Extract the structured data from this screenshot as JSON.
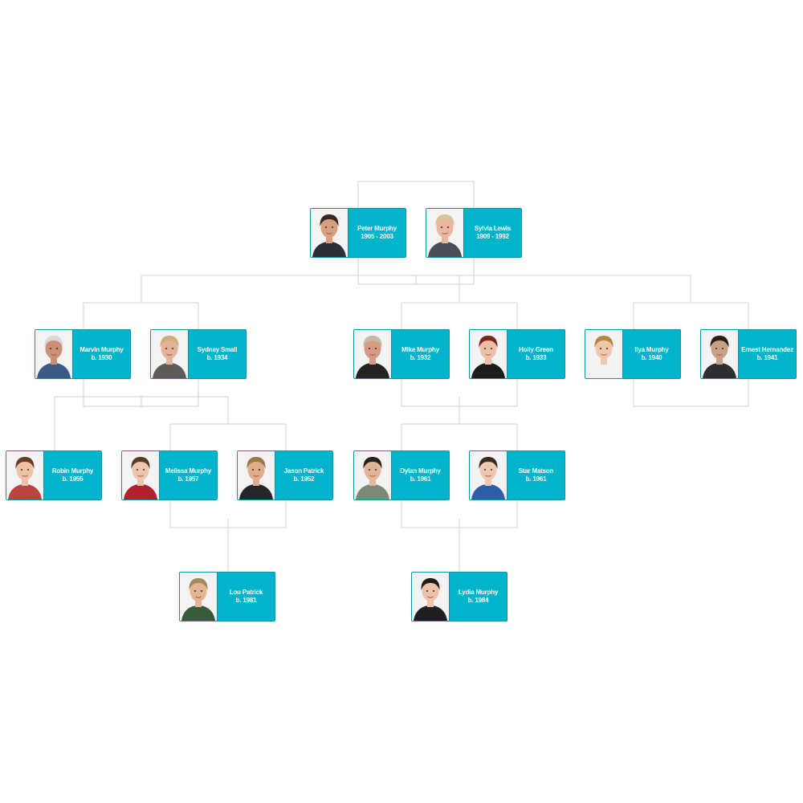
{
  "people": [
    {
      "id": "peter",
      "name": "Peter Murphy",
      "dates": "1905 - 2003",
      "hair": "#3a2a22",
      "skin": "#d7a07c",
      "shirt": "#2b3038"
    },
    {
      "id": "sylvia",
      "name": "Sylvia Lewis",
      "dates": "1909 - 1992",
      "hair": "#d8c496",
      "skin": "#e9b79f",
      "shirt": "#4a4e58"
    },
    {
      "id": "marvin",
      "name": "Marvin Murphy",
      "dates": "b. 1930",
      "hair": "#d9d9d9",
      "skin": "#c99276",
      "shirt": "#3b5a86"
    },
    {
      "id": "sydney",
      "name": "Sydney Small",
      "dates": "b. 1934",
      "hair": "#cfae7e",
      "skin": "#e3b39a",
      "shirt": "#5e5a56"
    },
    {
      "id": "mike",
      "name": "Mike Murphy",
      "dates": "b. 1932",
      "hair": "#c6b9a8",
      "skin": "#d59c82",
      "shirt": "#222222"
    },
    {
      "id": "holly",
      "name": "Holly Green",
      "dates": "b. 1933",
      "hair": "#7a2420",
      "skin": "#edc0a6",
      "shirt": "#1d1d1d"
    },
    {
      "id": "ilya",
      "name": "Ilya Murphy",
      "dates": "b. 1940",
      "hair": "#b7853f",
      "skin": "#f0c7aa",
      "shirt": "#f2f2f2"
    },
    {
      "id": "ernest",
      "name": "Ernest Hernandez",
      "dates": "b. 1941",
      "hair": "#2a1e16",
      "skin": "#caa084",
      "shirt": "#2f2f33"
    },
    {
      "id": "robin",
      "name": "Robin Murphy",
      "dates": "b. 1955",
      "hair": "#6d3a24",
      "skin": "#efc2a8",
      "shirt": "#b8433f"
    },
    {
      "id": "melissa",
      "name": "Melissa Murphy",
      "dates": "b. 1957",
      "hair": "#5a3a28",
      "skin": "#ecc6ae",
      "shirt": "#b32131"
    },
    {
      "id": "jason",
      "name": "Jason Patrick",
      "dates": "b. 1952",
      "hair": "#9a7a46",
      "skin": "#e2ad8c",
      "shirt": "#24262c"
    },
    {
      "id": "dylan",
      "name": "Dylan Murphy",
      "dates": "b. 1961",
      "hair": "#2b211b",
      "skin": "#e2b59a",
      "shirt": "#7a8a74"
    },
    {
      "id": "star",
      "name": "Star Matson",
      "dates": "b. 1961",
      "hair": "#3a2b22",
      "skin": "#efc7b0",
      "shirt": "#2c5fa8"
    },
    {
      "id": "lou",
      "name": "Lou Patrick",
      "dates": "b. 1981",
      "hair": "#a88a5a",
      "skin": "#e4b496",
      "shirt": "#3a5a3c"
    },
    {
      "id": "lydia",
      "name": "Lydia Murphy",
      "dates": "b. 1984",
      "hair": "#241a16",
      "skin": "#ecc3aa",
      "shirt": "#1f1f1f"
    }
  ]
}
